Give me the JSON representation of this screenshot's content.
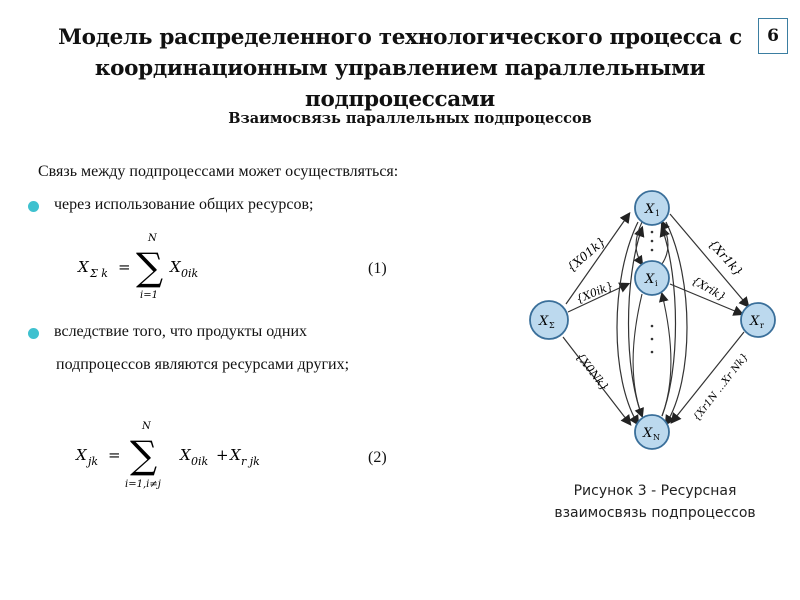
{
  "header": {
    "title_line1": "Модель распределенного технологического процесса с",
    "title_line2": "координационным управлением параллельными подпроцессами",
    "page_number": "6"
  },
  "content": {
    "subtitle": "Взаимосвязь параллельных подпроцессов",
    "intro": "Связь между подпроцессами может осуществляться:",
    "bullet1": "через использование общих ресурсов;",
    "bullet2_line1": "вследствие того, что продукты одних",
    "bullet2_line2": "подпроцессов являются ресурсами других;",
    "eq1_number": "(1)",
    "eq2_number": "(2)"
  },
  "figure": {
    "caption_line1": "Рисунок 3 - Ресурсная",
    "caption_line2": "взаимосвязь подпроцессов",
    "node_color": "#bcd9ee",
    "node_stroke": "#3a6f9a",
    "accent_bullet": "#3fc1cf"
  }
}
